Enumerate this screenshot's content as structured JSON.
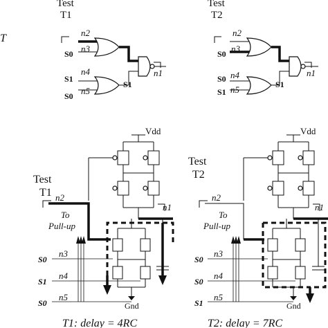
{
  "top_left": {
    "title_line1": "Test",
    "title_line2": "T1",
    "labels": {
      "n2": "n2",
      "n3": "n3",
      "n4": "n4",
      "n5": "n5",
      "n1": "n1",
      "s0a": "S0",
      "s1a": "S1",
      "s1b": "S1",
      "s0b": "S0"
    }
  },
  "top_right": {
    "title_line1": "Test",
    "title_line2": "T2",
    "labels": {
      "n2": "n2",
      "n3": "n3",
      "n4": "n4",
      "n5": "n5",
      "n1": "n1",
      "s0a": "S0",
      "s0b": "S0",
      "s1b": "S1",
      "s1a": "S1"
    }
  },
  "left_fragment": "T",
  "bottom_left": {
    "title_line1": "Test",
    "title_line2": "T1",
    "vdd": "Vdd",
    "gnd": "Gnd",
    "to": "To",
    "pullup": "Pull-up",
    "labels": {
      "n2": "n2",
      "n1": "n1",
      "n3": "n3",
      "n4": "n4",
      "n5": "n5",
      "s0a": "S0",
      "s1": "S1",
      "s0b": "S0"
    },
    "caption": "T1: delay = 4RC"
  },
  "bottom_right": {
    "title_line1": "Test",
    "title_line2": "T2",
    "vdd": "Vdd",
    "gnd": "Gnd",
    "to": "To",
    "pullup": "Pull-up",
    "labels": {
      "n2": "n2",
      "n1": "n1",
      "n3": "n3",
      "n4": "n4",
      "n5": "n5",
      "s0a": "S0",
      "s0b": "S0",
      "s1": "S1"
    },
    "caption": "T2: delay = 7RC"
  }
}
